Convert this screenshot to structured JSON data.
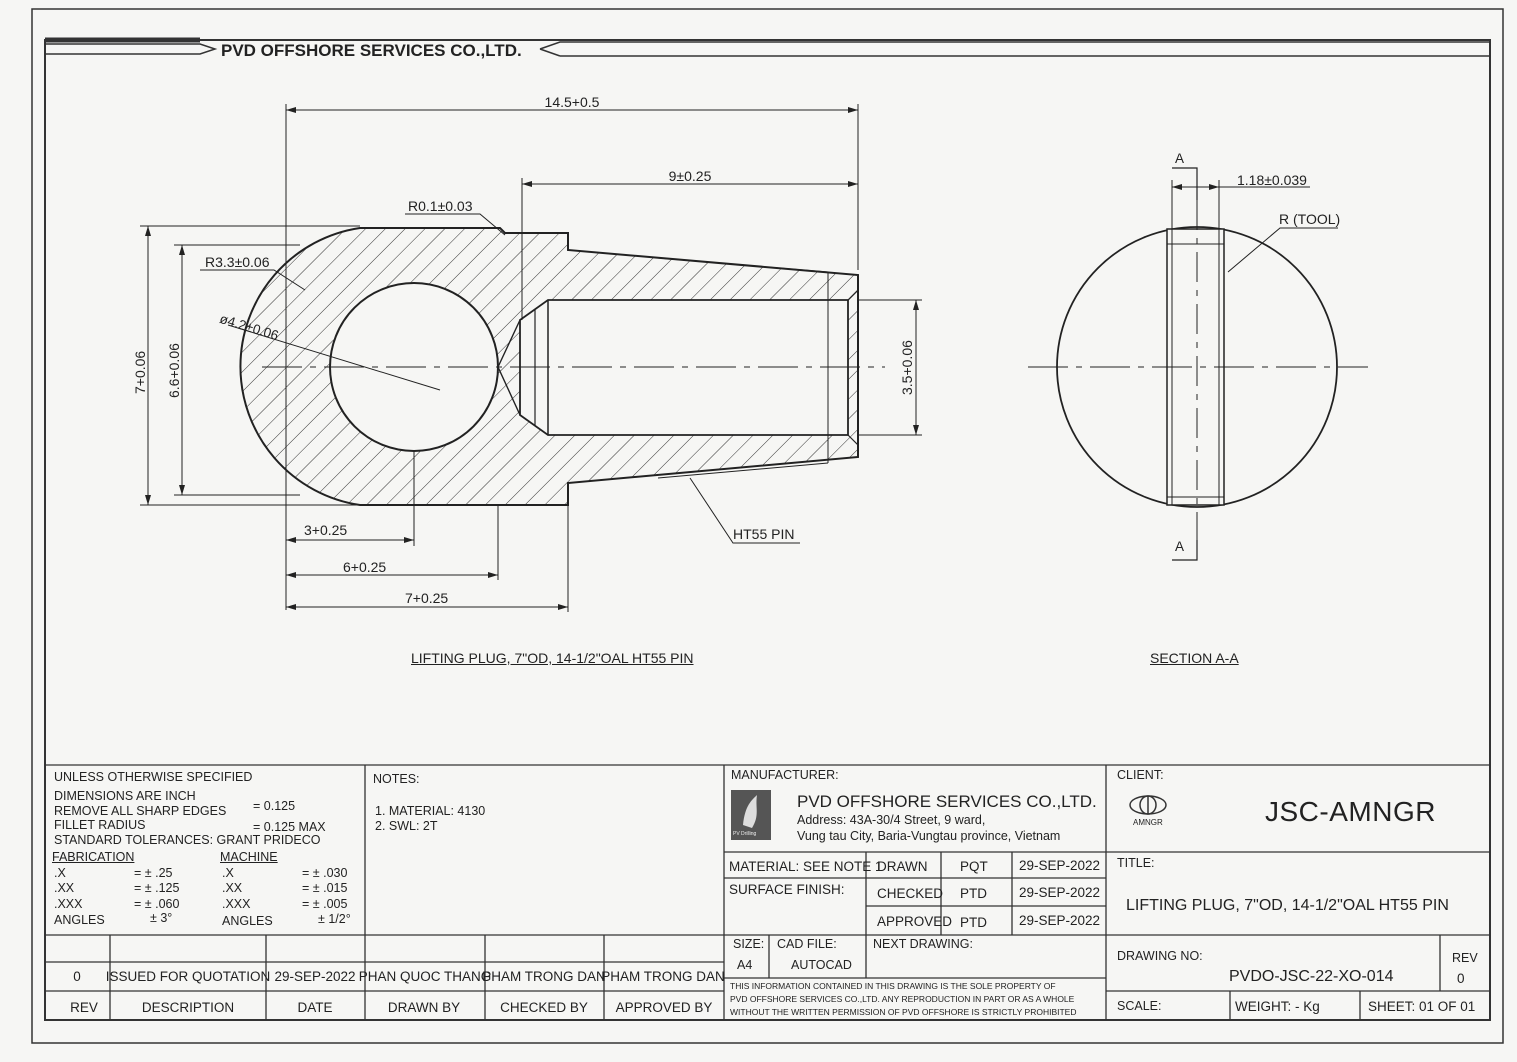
{
  "header": {
    "company_title": "PVD OFFSHORE SERVICES CO.,LTD."
  },
  "drawing": {
    "dims": {
      "overall_length": "14.5+0.5",
      "bore_length": "9±0.25",
      "fillet_r": "R0.1±0.03",
      "head_r": "R3.3±0.06",
      "hole_dia": "ø4.2±0.06",
      "od_7": "7+0.06",
      "od_66": "6.6+0.06",
      "bore_dia": "3.5+0.06",
      "len_3": "3+0.25",
      "len_6": "6+0.25",
      "len_7": "7+0.25",
      "slot_width": "1.18±0.039",
      "tool_r": "R (TOOL)",
      "section_mark": "A",
      "pin_label": "HT55 PIN"
    },
    "view_title": "LIFTING PLUG, 7\"OD, 14-1/2\"OAL HT55 PIN",
    "section_title": "SECTION A-A"
  },
  "title_block": {
    "tolerances": {
      "heading": "UNLESS OTHERWISE SPECIFIED",
      "line1": "DIMENSIONS ARE INCH",
      "line2_label": "REMOVE ALL SHARP EDGES",
      "line2_value": "= 0.125",
      "line3_label": "FILLET RADIUS",
      "line3_value": "= 0.125 MAX",
      "line4": "STANDARD TOLERANCES: GRANT PRIDECO",
      "fab_heading": "FABRICATION",
      "mach_heading": "MACHINE",
      "fab_rows": [
        {
          "k": ".X",
          "v": "= ± .25"
        },
        {
          "k": ".XX",
          "v": "= ± .125"
        },
        {
          "k": ".XXX",
          "v": "= ± .060"
        },
        {
          "k": "ANGLES",
          "v": "± 3°"
        }
      ],
      "mach_rows": [
        {
          "k": ".X",
          "v": "= ± .030"
        },
        {
          "k": ".XX",
          "v": "= ± .015"
        },
        {
          "k": ".XXX",
          "v": "= ± .005"
        },
        {
          "k": "ANGLES",
          "v": "± 1/2°"
        }
      ]
    },
    "notes": {
      "heading": "NOTES:",
      "n1": "1.   MATERIAL: 4130",
      "n2": "2.   SWL: 2T"
    },
    "manufacturer": {
      "heading": "MANUFACTURER:",
      "name": "PVD OFFSHORE SERVICES CO.,LTD.",
      "addr1": "Address: 43A-30/4 Street, 9 ward,",
      "addr2": "Vung tau City, Baria-Vungtau province, Vietnam",
      "logo_text": "PV Drilling"
    },
    "client": {
      "heading": "CLIENT:",
      "name": "JSC-AMNGR",
      "logo_text": "AMNGR"
    },
    "material_label": "MATERIAL:  SEE NOTE 1",
    "surface_label": "SURFACE FINISH:",
    "approvals": [
      {
        "role": "DRAWN",
        "who": "PQT",
        "date": "29-SEP-2022"
      },
      {
        "role": "CHECKED",
        "who": "PTD",
        "date": "29-SEP-2022"
      },
      {
        "role": "APPROVED",
        "who": "PTD",
        "date": "29-SEP-2022"
      }
    ],
    "title_label": "TITLE:",
    "title_value": "LIFTING PLUG, 7\"OD, 14-1/2\"OAL HT55 PIN",
    "size_label": "SIZE:",
    "size_value": "A4",
    "cad_label": "CAD FILE:",
    "cad_value": "AUTOCAD",
    "next_label": "NEXT DRAWING:",
    "drawing_no_label": "DRAWING NO:",
    "drawing_no_value": "PVDO-JSC-22-XO-014",
    "rev_label": "REV",
    "rev_value": "0",
    "disclaimer1": "THIS INFORMATION CONTAINED IN THIS DRAWING IS THE SOLE PROPERTY OF",
    "disclaimer2": "PVD OFFSHORE SERVICES CO.,LTD. ANY REPRODUCTION IN PART OR AS A WHOLE",
    "disclaimer3": "WITHOUT  THE WRITTEN PERMISSION OF PVD OFFSHORE IS STRICTLY PROHIBITED",
    "scale_label": "SCALE:",
    "weight_label": "WEIGHT:  - Kg",
    "sheet_label": "SHEET:  01  OF  01",
    "revision": {
      "rev": "0",
      "description": "ISSUED FOR QUOTATION",
      "date": "29-SEP-2022",
      "drawn": "PHAN QUOC THANG",
      "checked": "PHAM TRONG DAN",
      "approved": "PHAM TRONG DAN"
    },
    "rev_headers": {
      "rev": "REV",
      "description": "DESCRIPTION",
      "date": "DATE",
      "drawn": "DRAWN BY",
      "checked": "CHECKED BY",
      "approved": "APPROVED BY"
    }
  }
}
